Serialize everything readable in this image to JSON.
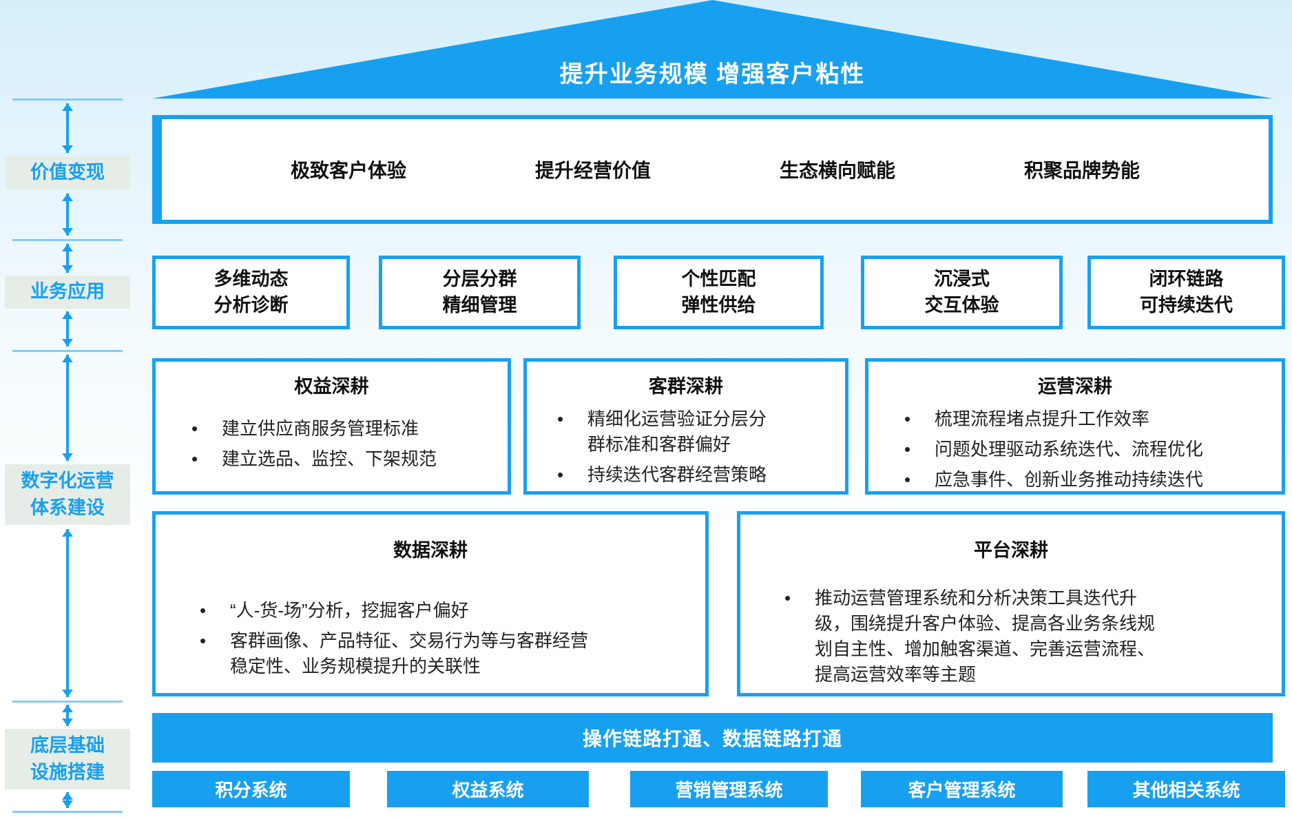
{
  "colors": {
    "accent_blue": "#18A0F0",
    "rail_label_bg": "#E6EDE7",
    "tick_blue": "#85CBF3",
    "box_bg": "#FFFFFF"
  },
  "roof": {
    "title": "提升业务规模 增强客户粘性"
  },
  "rail": {
    "sections": [
      {
        "label": "价值变现"
      },
      {
        "label": "业务应用"
      },
      {
        "label": "数字化运营\n体系建设"
      },
      {
        "label": "底层基础\n设施搭建"
      }
    ]
  },
  "value_row": {
    "items": [
      "极致客户体验",
      "提升经营价值",
      "生态横向赋能",
      "积聚品牌势能"
    ]
  },
  "app_row": {
    "items": [
      "多维动态\n分析诊断",
      "分层分群\n精细管理",
      "个性匹配\n弹性供给",
      "沉浸式\n交互体验",
      "闭环链路\n可持续迭代"
    ]
  },
  "deep": {
    "row1": [
      {
        "title": "权益深耕",
        "bullets": [
          "建立供应商服务管理标准",
          "建立选品、监控、下架规范"
        ]
      },
      {
        "title": "客群深耕",
        "bullets": [
          "精细化运营验证分层分群标准和客群偏好",
          "持续迭代客群经营策略"
        ]
      },
      {
        "title": "运营深耕",
        "bullets": [
          "梳理流程堵点提升工作效率",
          "问题处理驱动系统迭代、流程优化",
          "应急事件、创新业务推动持续迭代"
        ]
      }
    ],
    "row2": [
      {
        "title": "数据深耕",
        "bullets": [
          "“人-货-场”分析，挖掘客户偏好",
          "客群画像、产品特征、交易行为等与客群经营稳定性、业务规模提升的关联性"
        ]
      },
      {
        "title": "平台深耕",
        "bullets": [
          "推动运营管理系统和分析决策工具迭代升级，围绕提升客户体验、提高各业务条线规划自主性、增加触客渠道、完善运营流程、提高运营效率等主题"
        ]
      }
    ]
  },
  "foundation": {
    "bar": "操作链路打通、数据链路打通",
    "systems": [
      "积分系统",
      "权益系统",
      "营销管理系统",
      "客户管理系统",
      "其他相关系统"
    ]
  }
}
